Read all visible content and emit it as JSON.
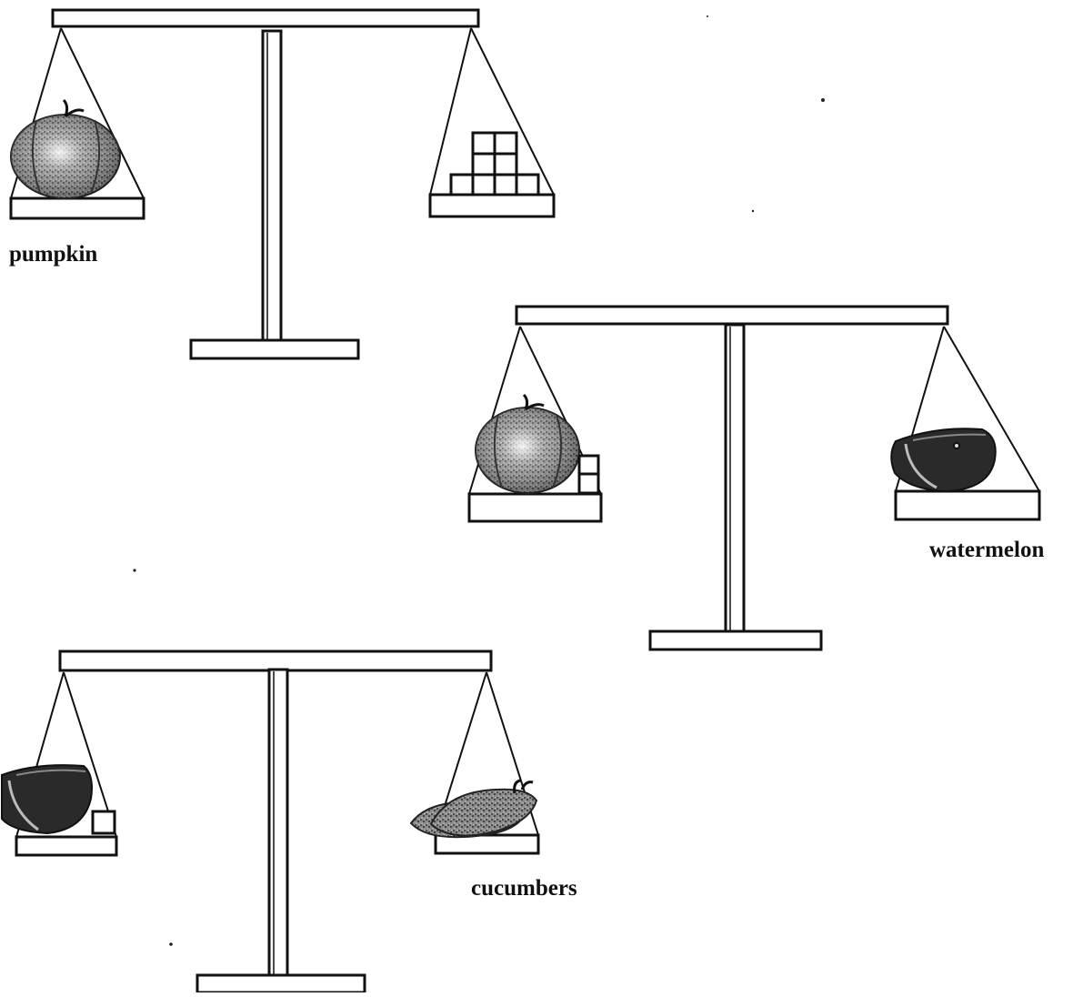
{
  "labels": {
    "pumpkin": "pumpkin",
    "watermelon": "watermelon",
    "cucumbers": "cucumbers"
  },
  "scales": [
    {
      "name": "scale-1",
      "left_pan": [
        "pumpkin-icon"
      ],
      "right_pan": [
        "weight-blocks-icon"
      ],
      "right_blocks_count": 8,
      "label": "pumpkin"
    },
    {
      "name": "scale-2",
      "left_pan": [
        "pumpkin-icon",
        "weight-blocks-icon"
      ],
      "left_blocks_count": 2,
      "right_pan": [
        "watermelon-icon"
      ],
      "label": "watermelon"
    },
    {
      "name": "scale-3",
      "left_pan": [
        "watermelon-icon",
        "weight-block-icon"
      ],
      "left_blocks_count": 1,
      "right_pan": [
        "cucumbers-icon"
      ],
      "label": "cucumbers"
    }
  ],
  "colors": {
    "line": "#111111",
    "fruit_fill": "#6a6a6a",
    "fruit_dark": "#2a2a2a",
    "background": "#ffffff"
  }
}
